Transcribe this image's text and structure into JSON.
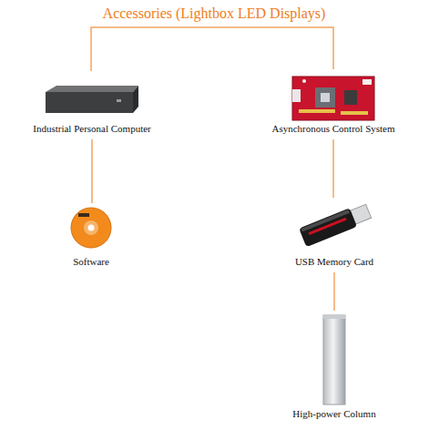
{
  "diagram": {
    "title": "Accessories (Lightbox LED Displays)",
    "nodes": [
      {
        "text": [
          "Industrial Personal Computer"
        ]
      },
      {
        "text": [
          "Asynchronous Control System"
        ]
      },
      {
        "text": [
          "Software"
        ]
      },
      {
        "text": [
          "USB Memory Card"
        ]
      },
      {
        "text": [
          "High-power Column"
        ]
      }
    ],
    "edges": [
      {
        "from": 0,
        "to": 2,
        "arrow": "none"
      },
      {
        "from": 1,
        "to": 3,
        "arrow": "none"
      },
      {
        "from": 3,
        "to": 4,
        "arrow": "none"
      }
    ]
  }
}
